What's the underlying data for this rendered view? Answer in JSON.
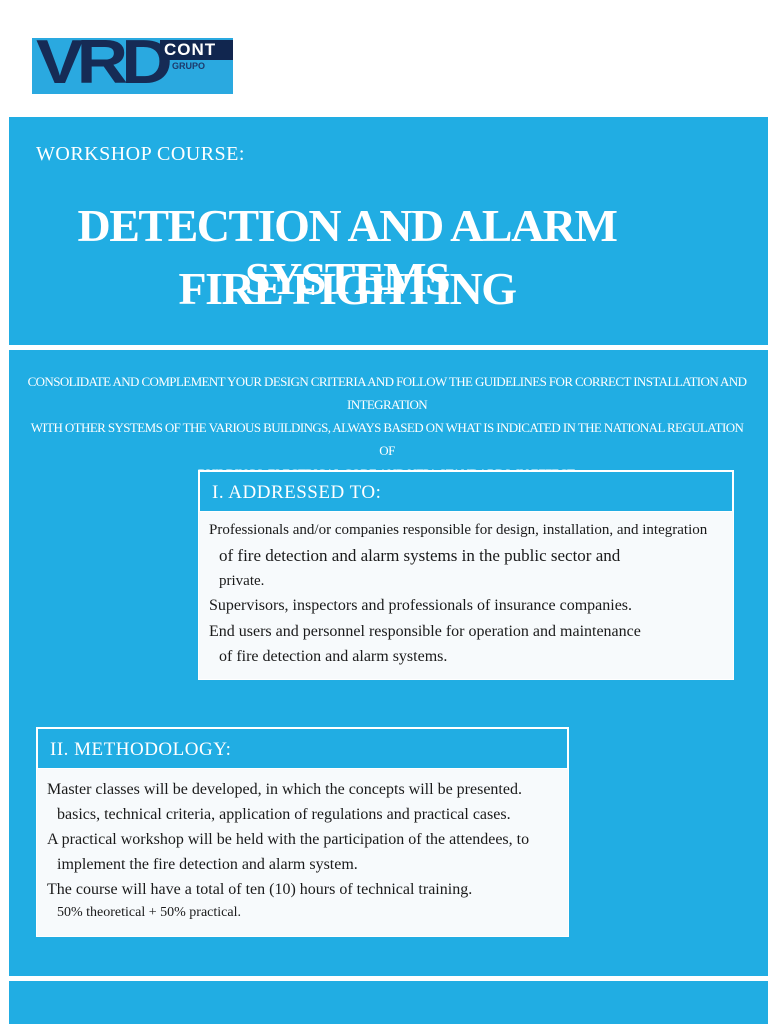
{
  "logo": {
    "main_text": "VRD",
    "badge_text": "CONT",
    "sub_text": "GRUPO"
  },
  "header": {
    "course_label": "WORKSHOP COURSE:",
    "title_line1": "DETECTION AND ALARM SYSTEMS",
    "title_line2": "FIRE FIGHTING"
  },
  "intro": {
    "line1": "CONSOLIDATE AND COMPLEMENT YOUR DESIGN CRITERIA AND FOLLOW THE GUIDELINES FOR CORRECT INSTALLATION AND INTEGRATION",
    "line2": "WITH OTHER SYSTEMS OF THE VARIOUS BUILDINGS, ALWAYS BASED ON WHAT IS INDICATED IN THE NATIONAL REGULATION OF",
    "line3": "BUILDINGS, ELECTRICAL CODE AND NFPA STANDARDS, IN EFFECT."
  },
  "addressed": {
    "heading": "I. ADDRESSED TO:",
    "lines": [
      "Professionals and/or companies responsible for design, installation, and integration",
      "of fire detection and alarm systems in the public sector and",
      "private.",
      "Supervisors, inspectors and professionals of insurance companies.",
      "End users and personnel responsible for operation and maintenance",
      "of fire detection and alarm systems."
    ]
  },
  "methodology": {
    "heading": "II. METHODOLOGY:",
    "lines": [
      "Master classes will be developed, in which the concepts will be presented.",
      "basics, technical criteria, application of regulations and practical cases.",
      "A practical workshop will be held with the participation of the attendees, to",
      "implement the fire detection and alarm system.",
      "The course will have a total of ten (10) hours of technical training.",
      "50% theoretical + 50% practical."
    ]
  },
  "colors": {
    "brand_blue": "#21ade3",
    "logo_navy": "#162b55"
  }
}
